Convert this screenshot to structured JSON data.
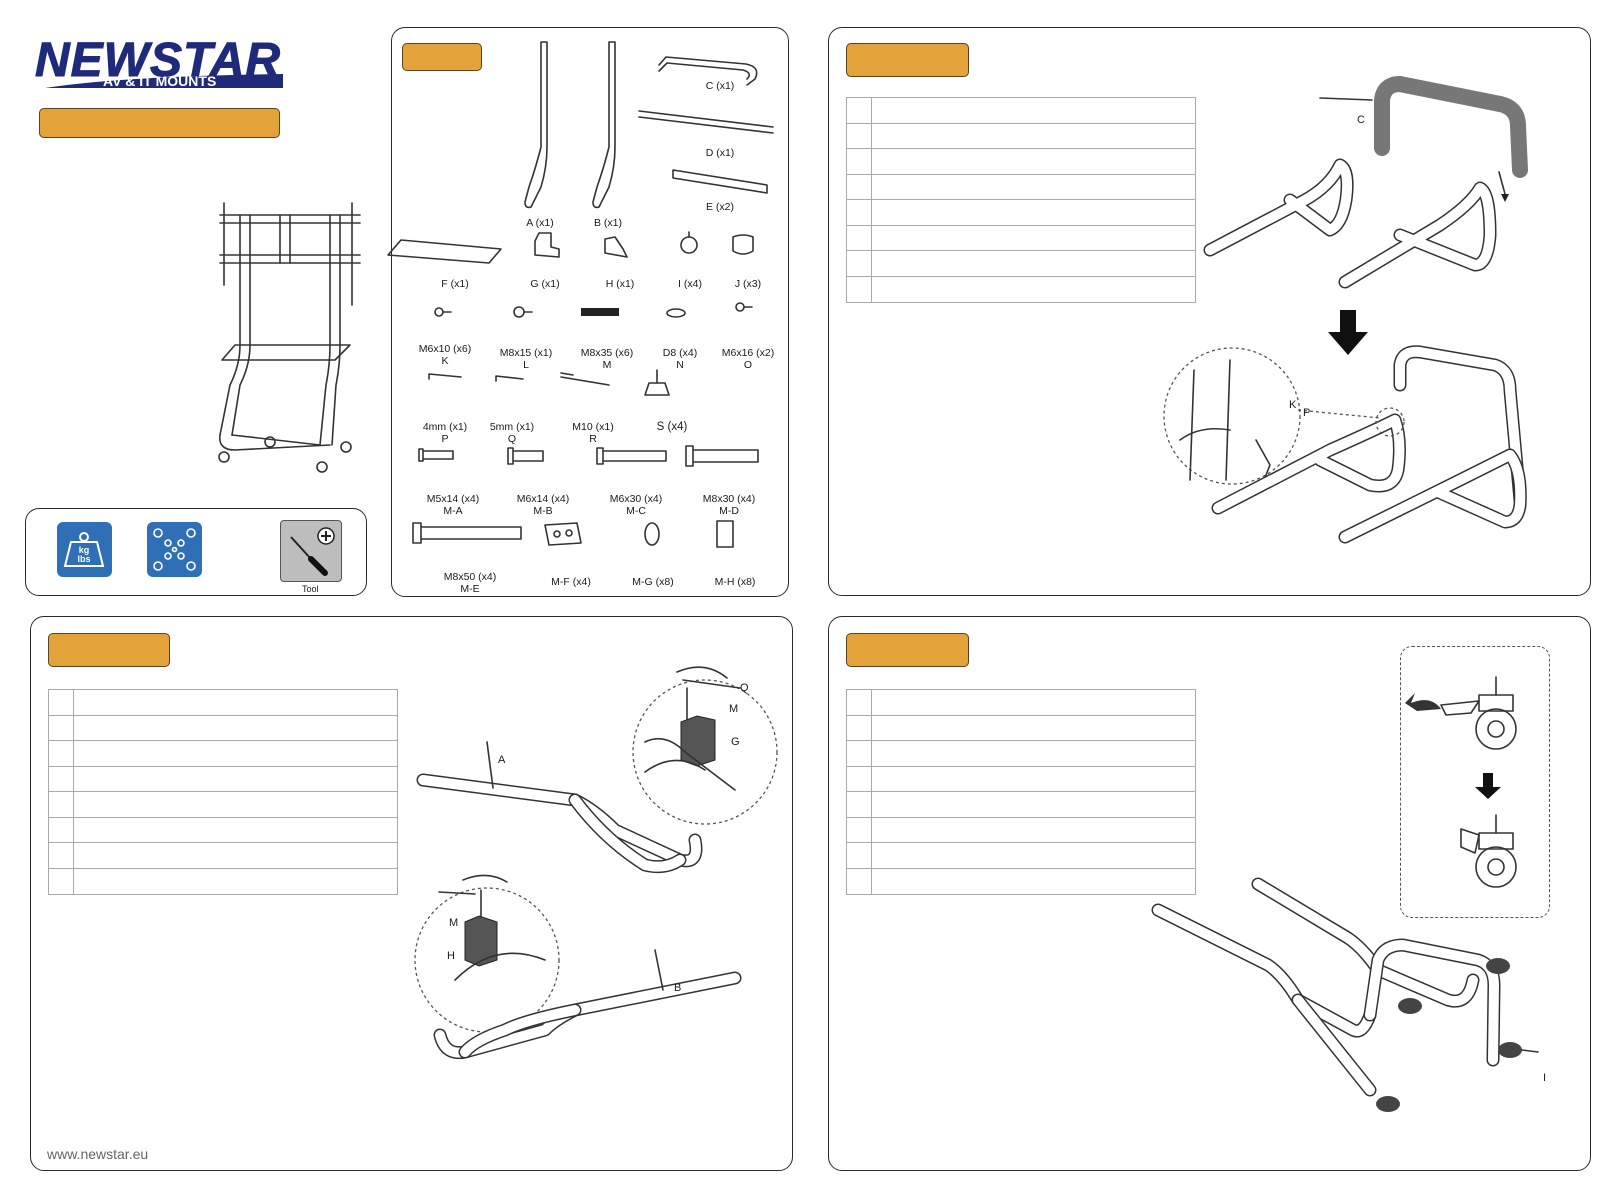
{
  "brand": {
    "name": "NEWSTAR",
    "tagline": "AV & IT MOUNTS"
  },
  "colors": {
    "accent": "#e3a23a",
    "icon_blue": "#2f6fb6",
    "tool_grey": "#bdbdbd"
  },
  "icons": {
    "weight_icon": "kg-lbs-weight-icon",
    "vesa_icon": "vesa-pattern-icon",
    "tool_icon": "screwdriver-icon",
    "weight_text_1": "kg",
    "weight_text_2": "lbs",
    "tool_label": "Tool"
  },
  "parts": {
    "A": "A (x1)",
    "B": "B (x1)",
    "C": "C (x1)",
    "D": "D (x1)",
    "E": "E (x2)",
    "F": "F (x1)",
    "G": "G (x1)",
    "H": "H (x1)",
    "I": "I (x4)",
    "J": "J (x3)",
    "K1": "M6x10 (x6)",
    "K2": "K",
    "L1": "M8x15 (x1)",
    "L2": "L",
    "M1": "M8x35 (x6)",
    "M2": "M",
    "N1": "D8 (x4)",
    "N2": "N",
    "O1": "M6x16 (x2)",
    "O2": "O",
    "P1": "4mm (x1)",
    "P2": "P",
    "Q1": "5mm (x1)",
    "Q2": "Q",
    "R1": "M10 (x1)",
    "R2": "R",
    "S": "S (x4)",
    "MA1": "M5x14 (x4)",
    "MA2": "M-A",
    "MB1": "M6x14 (x4)",
    "MB2": "M-B",
    "MC1": "M6x30 (x4)",
    "MC2": "M-C",
    "MD1": "M8x30 (x4)",
    "MD2": "M-D",
    "ME1": "M8x50 (x4)",
    "ME2": "M-E",
    "MF": "M-F (x4)",
    "MG": "M-G (x8)",
    "MH": "M-H (x8)"
  },
  "callouts": {
    "c": "C",
    "k": "K",
    "p": "P",
    "q": "Q",
    "m1": "M",
    "g": "G",
    "a": "A",
    "m2": "M",
    "h": "H",
    "b": "B",
    "i": "I"
  },
  "footer": {
    "url": "www.newstar.eu"
  }
}
